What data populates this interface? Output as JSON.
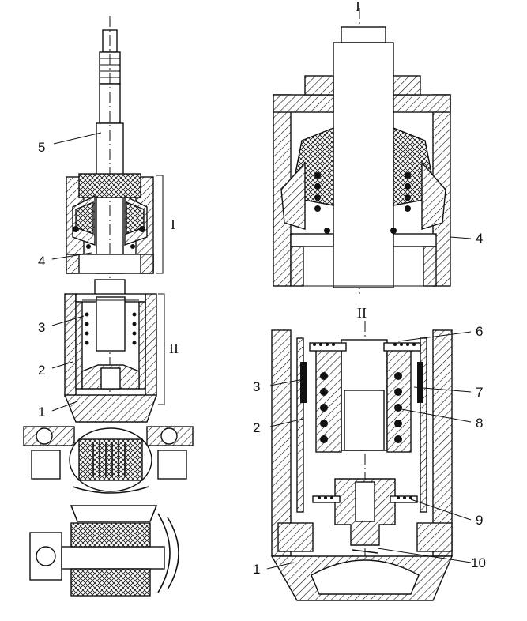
{
  "labels": {
    "left": {
      "n5": "5",
      "n4": "4",
      "n3": "3",
      "n2": "2",
      "n1": "1",
      "sec1": "I",
      "sec2": "II"
    },
    "right": {
      "top_I": "I",
      "mid_II": "II",
      "n4": "4",
      "n6": "6",
      "n3": "3",
      "n7": "7",
      "n2": "2",
      "n8": "8",
      "n9": "9",
      "n1": "1",
      "n10": "10"
    }
  }
}
